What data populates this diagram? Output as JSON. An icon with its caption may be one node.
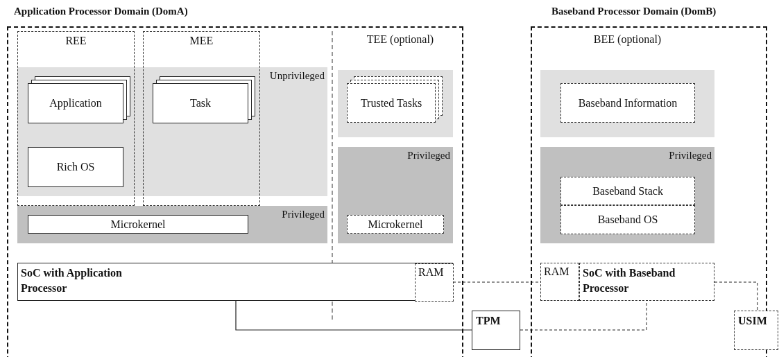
{
  "diagram": {
    "nodes": [
      {
        "text": [
          "Application Processor Domain (DomA)"
        ]
      },
      {
        "text": [
          "REE"
        ],
        "in": 0
      },
      {
        "text": [
          "MEE"
        ],
        "in": 0
      },
      {
        "text": [
          "Unprivileged"
        ],
        "in": 0
      },
      {
        "text": [
          "Application"
        ]
      },
      {
        "text": [
          "Rich OS"
        ]
      },
      {
        "text": [
          "Task"
        ]
      },
      {
        "text": [
          "Privileged"
        ],
        "in": 0
      },
      {
        "text": [
          "Microkernel"
        ],
        "in": 7
      },
      {
        "text": [
          "Trusted Tasks"
        ],
        "in": 0
      },
      {
        "text": [
          "Privileged"
        ],
        "in": 0
      },
      {
        "text": [
          "Microkernel"
        ],
        "in": 10
      },
      {
        "text": [
          "SoC with Application Processor"
        ],
        "in": 0
      },
      {
        "text": [
          "RAM"
        ],
        "in": 12
      },
      {
        "text": [
          "Baseband Processor Domain (DomB)"
        ]
      },
      {
        "text": [
          "Baseband Information"
        ],
        "in": 14
      },
      {
        "text": [
          "Privileged"
        ],
        "in": 14
      },
      {
        "text": [
          "Baseband Stack"
        ],
        "in": 16
      },
      {
        "text": [
          "Baseband OS"
        ],
        "in": 16
      },
      {
        "text": [
          "RAM"
        ],
        "in": 14
      },
      {
        "text": [
          "SoC with Baseband Processor"
        ],
        "in": 14
      },
      {
        "text": [
          "TPM"
        ]
      },
      {
        "text": [
          "USIM"
        ]
      }
    ],
    "edges": [
      {
        "from": 13,
        "to": 19,
        "arrow": "none",
        "style": "dashed"
      },
      {
        "from": 12,
        "to": 21,
        "arrow": "none"
      },
      {
        "from": 21,
        "to": 20,
        "arrow": "none",
        "style": "dashed"
      },
      {
        "from": 20,
        "to": 22,
        "arrow": "none",
        "style": "dashed"
      }
    ],
    "labels": [
      "TEE (optional)",
      "BEE (optional)"
    ]
  }
}
